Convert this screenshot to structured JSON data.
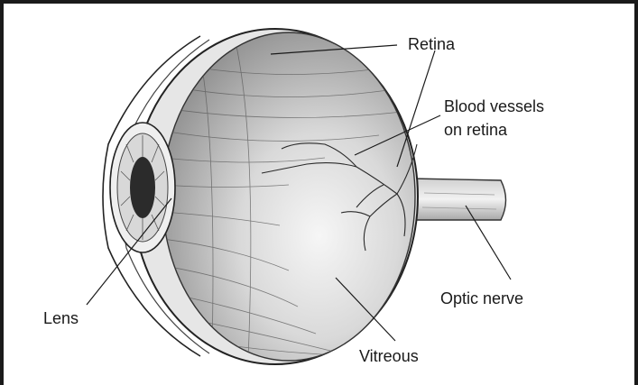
{
  "labels": {
    "retina": "Retina",
    "blood_vessels_line1": "Blood vessels",
    "blood_vessels_line2": "on retina",
    "optic_nerve": "Optic nerve",
    "lens": "Lens",
    "vitreous": "Vitreous"
  }
}
